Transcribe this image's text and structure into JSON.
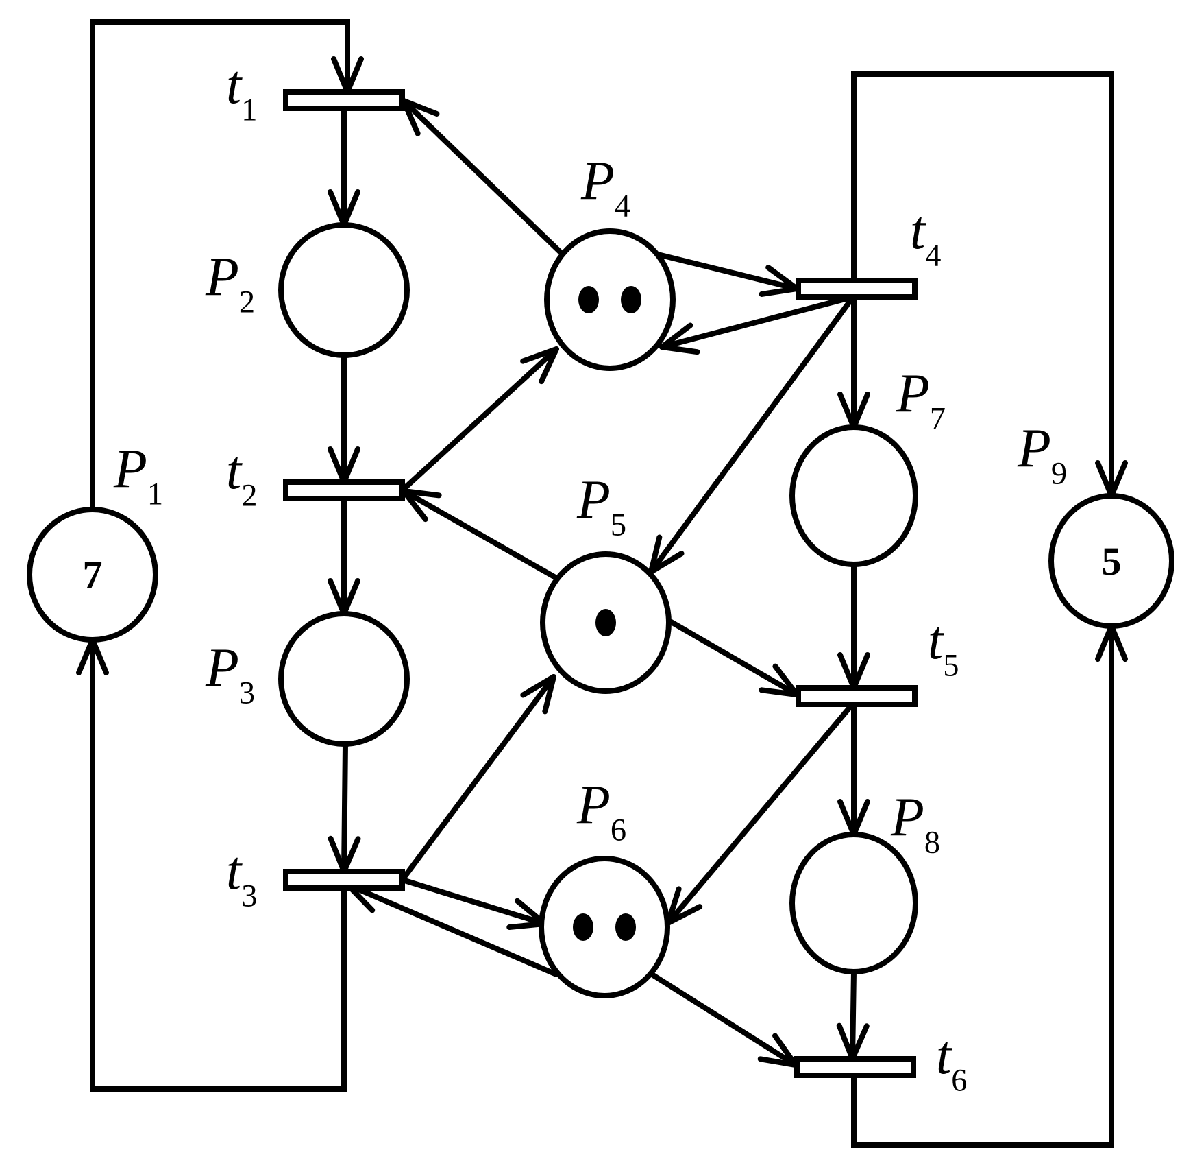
{
  "diagram": {
    "type": "petri-net",
    "colors": {
      "stroke": "#000000",
      "background": "#ffffff"
    }
  },
  "places": [
    {
      "id": "P1",
      "label": "P",
      "sub": "1",
      "tokens_label": "7"
    },
    {
      "id": "P2",
      "label": "P",
      "sub": "2",
      "tokens": 0
    },
    {
      "id": "P3",
      "label": "P",
      "sub": "3",
      "tokens": 0
    },
    {
      "id": "P4",
      "label": "P",
      "sub": "4",
      "tokens": 2
    },
    {
      "id": "P5",
      "label": "P",
      "sub": "5",
      "tokens": 1
    },
    {
      "id": "P6",
      "label": "P",
      "sub": "6",
      "tokens": 2
    },
    {
      "id": "P7",
      "label": "P",
      "sub": "7",
      "tokens": 0
    },
    {
      "id": "P8",
      "label": "P",
      "sub": "8",
      "tokens": 0
    },
    {
      "id": "P9",
      "label": "P",
      "sub": "9",
      "tokens_label": "5"
    }
  ],
  "transitions": [
    {
      "id": "t1",
      "label": "t",
      "sub": "1"
    },
    {
      "id": "t2",
      "label": "t",
      "sub": "2"
    },
    {
      "id": "t3",
      "label": "t",
      "sub": "3"
    },
    {
      "id": "t4",
      "label": "t",
      "sub": "4"
    },
    {
      "id": "t5",
      "label": "t",
      "sub": "5"
    },
    {
      "id": "t6",
      "label": "t",
      "sub": "6"
    }
  ],
  "arcs": [
    {
      "from": "P1",
      "to": "t1"
    },
    {
      "from": "t1",
      "to": "P2"
    },
    {
      "from": "P4",
      "to": "t1"
    },
    {
      "from": "P2",
      "to": "t2"
    },
    {
      "from": "t2",
      "to": "P4"
    },
    {
      "from": "P5",
      "to": "t2"
    },
    {
      "from": "t2",
      "to": "P3"
    },
    {
      "from": "P3",
      "to": "t3"
    },
    {
      "from": "t3",
      "to": "P5"
    },
    {
      "from": "t3",
      "to": "P6"
    },
    {
      "from": "P6",
      "to": "t3"
    },
    {
      "from": "t3",
      "to": "P1"
    },
    {
      "from": "P4",
      "to": "t4"
    },
    {
      "from": "t4",
      "to": "P4"
    },
    {
      "from": "t4",
      "to": "P5"
    },
    {
      "from": "t4",
      "to": "P7"
    },
    {
      "from": "t4",
      "to": "P9"
    },
    {
      "from": "P7",
      "to": "t5"
    },
    {
      "from": "P5",
      "to": "t5"
    },
    {
      "from": "t5",
      "to": "P6"
    },
    {
      "from": "t5",
      "to": "P8"
    },
    {
      "from": "P8",
      "to": "t6"
    },
    {
      "from": "P6",
      "to": "t6"
    },
    {
      "from": "t6",
      "to": "P9"
    }
  ]
}
